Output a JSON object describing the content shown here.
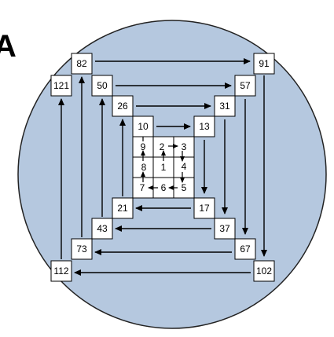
{
  "panel_label": "A",
  "colors": {
    "disc_fill": "#b5c8df",
    "disc_stroke": "#222222",
    "box_fill": "#ffffff",
    "line": "#000000"
  },
  "spiral_numbers": {
    "n1": "1",
    "n2": "2",
    "n3": "3",
    "n4": "4",
    "n5": "5",
    "n6": "6",
    "n7": "7",
    "n8": "8",
    "n9": "9",
    "n10": "10",
    "n13": "13",
    "n17": "17",
    "n21": "21",
    "n26": "26",
    "n31": "31",
    "n37": "37",
    "n43": "43",
    "n50": "50",
    "n57": "57",
    "n67": "67",
    "n73": "73",
    "n82": "82",
    "n91": "91",
    "n102": "102",
    "n112": "112",
    "n121": "121"
  }
}
